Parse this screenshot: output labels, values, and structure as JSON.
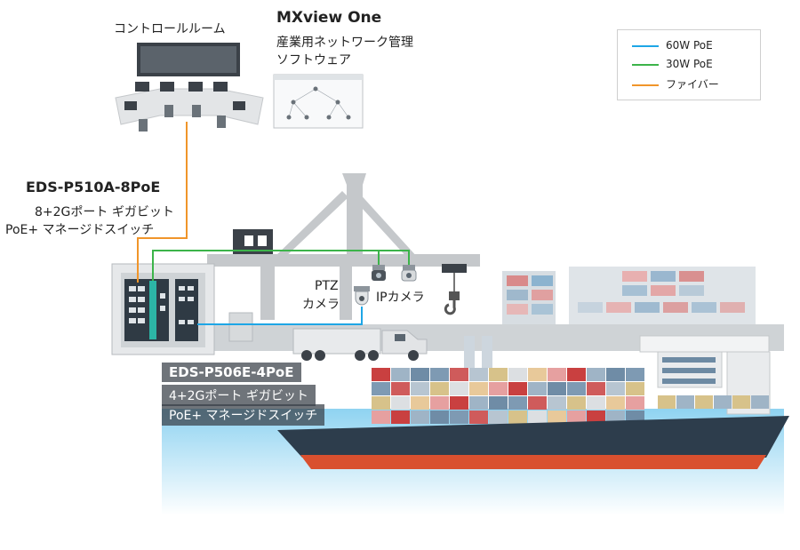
{
  "control_room": {
    "label": "コントロールルーム"
  },
  "software": {
    "title": "MXview One",
    "subtitle_line1": "産業用ネットワーク管理",
    "subtitle_line2": "ソフトウェア"
  },
  "legend": {
    "items": [
      {
        "label": "60W PoE",
        "color": "#1ea6e6"
      },
      {
        "label": "30W PoE",
        "color": "#3cb44a"
      },
      {
        "label": "ファイバー",
        "color": "#f0952a"
      }
    ]
  },
  "switch_a": {
    "model": "EDS-P510A-8PoE",
    "desc_line1": "8+2Gポート ギガビット",
    "desc_line2": "PoE+ マネージドスイッチ"
  },
  "switch_b": {
    "model": "EDS-P506E-4PoE",
    "desc_line1": "4+2Gポート ギガビット",
    "desc_line2": "PoE+ マネージドスイッチ"
  },
  "ptz_camera": {
    "line1": "PTZ",
    "line2": "カメラ"
  },
  "ip_camera": {
    "label": "IPカメラ"
  },
  "colors": {
    "sea": "#bfe6f7",
    "hull_top": "#2d3d4c",
    "hull_bottom": "#d9502f",
    "crane": "#c5c8cb",
    "dark": "#3b4148"
  }
}
